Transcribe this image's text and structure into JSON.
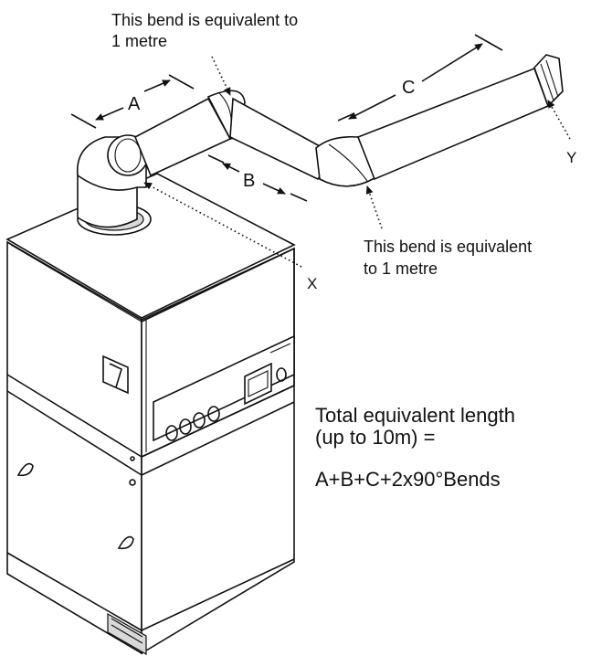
{
  "annotations": {
    "bend_top_line1": "This bend is equivalent to",
    "bend_top_line2": "1 metre",
    "bend_bottom_line1": "This bend is equivalent",
    "bend_bottom_line2": "to 1 metre",
    "label_a": "A",
    "label_b": "B",
    "label_c": "C",
    "label_x": "X",
    "label_y": "Y"
  },
  "formula": {
    "line1": "Total equivalent length",
    "line2": "(up to 10m) =",
    "line3": "A+B+C+2x90°Bends"
  }
}
